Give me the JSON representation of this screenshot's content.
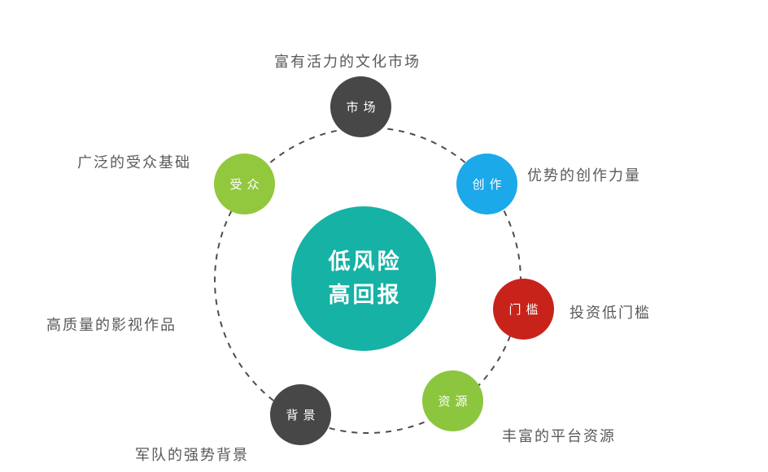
{
  "diagram": {
    "center": {
      "line1": "低风险",
      "line2": "高回报",
      "color": "#15b2a5"
    },
    "nodes": [
      {
        "id": "market",
        "label": "市场",
        "caption": "富有活力的文化市场",
        "color": "#474747"
      },
      {
        "id": "audience",
        "label": "受众",
        "caption": "广泛的受众基础",
        "color": "#92c83e"
      },
      {
        "id": "creation",
        "label": "创作",
        "caption": "优势的创作力量",
        "color": "#1ba9e9"
      },
      {
        "id": "threshold",
        "label": "门槛",
        "caption": "投资低门槛",
        "color": "#c8231b"
      },
      {
        "id": "resource",
        "label": "资源",
        "caption": "丰富的平台资源",
        "color": "#8cc63f"
      },
      {
        "id": "background",
        "label": "背景",
        "caption": "军队的强势背景",
        "color": "#474747"
      }
    ],
    "extra_caption": "高质量的影视作品",
    "ring_color": "#4d4d4d",
    "caption_color": "#595959"
  }
}
